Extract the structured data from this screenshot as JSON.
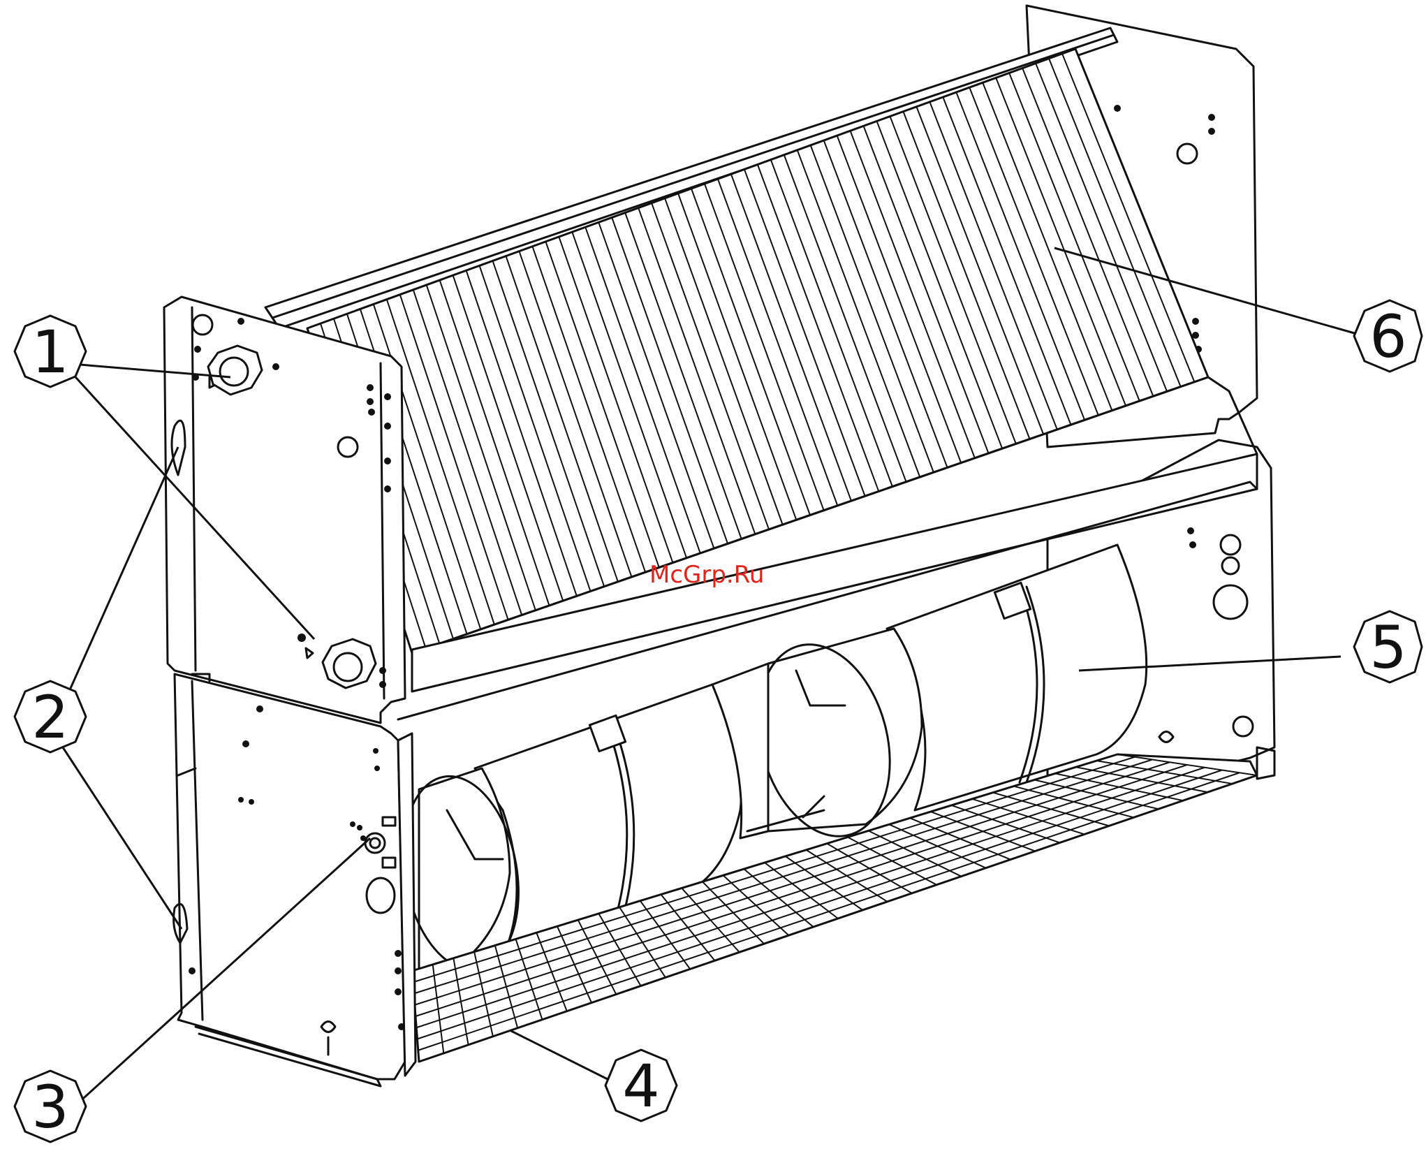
{
  "watermark": "McGrp.Ru",
  "callouts": [
    {
      "id": "1",
      "label": "1"
    },
    {
      "id": "2",
      "label": "2"
    },
    {
      "id": "3",
      "label": "3"
    },
    {
      "id": "4",
      "label": "4"
    },
    {
      "id": "5",
      "label": "5"
    },
    {
      "id": "6",
      "label": "6"
    }
  ]
}
